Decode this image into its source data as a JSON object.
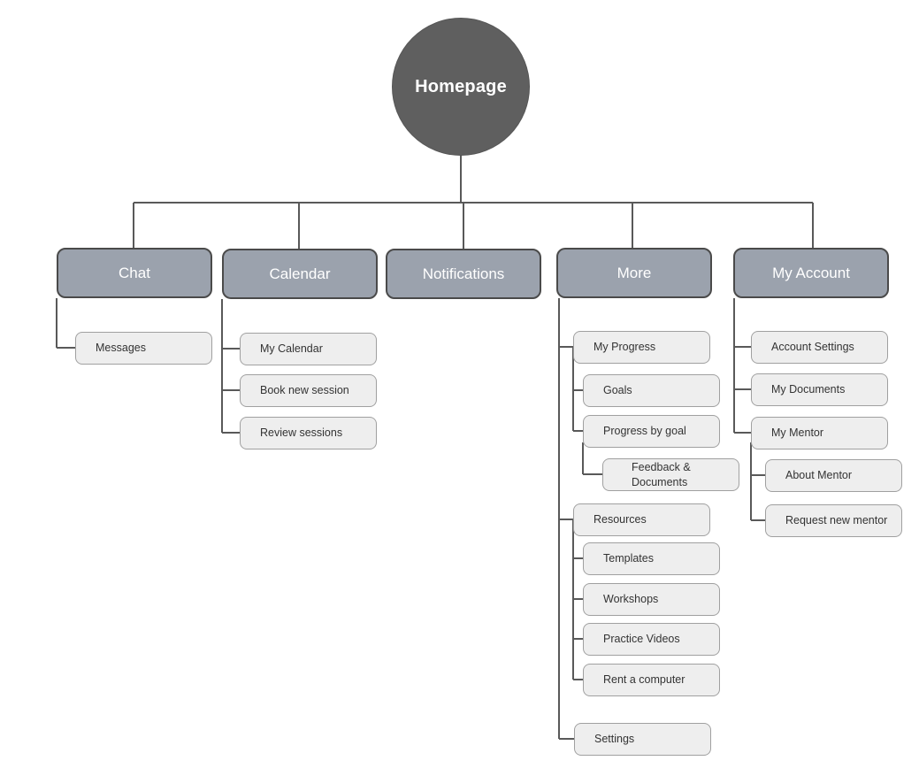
{
  "diagram": {
    "type": "sitemap-tree",
    "title_node": "Homepage",
    "colors": {
      "root_fill": "#5f5f5f",
      "primary_fill": "#9ba2ad",
      "primary_border": "#4a4a4a",
      "leaf_fill": "#eeeeee",
      "leaf_border": "#a0a0a0",
      "edge": "#595959",
      "root_text": "#ffffff",
      "primary_text": "#ffffff",
      "leaf_text": "#333333",
      "background": "#ffffff"
    },
    "root": {
      "label": "Homepage"
    },
    "branches": [
      {
        "label": "Chat",
        "children": [
          {
            "label": "Messages",
            "children": []
          }
        ]
      },
      {
        "label": "Calendar",
        "children": [
          {
            "label": "My Calendar",
            "children": []
          },
          {
            "label": "Book new session",
            "children": []
          },
          {
            "label": "Review sessions",
            "children": []
          }
        ]
      },
      {
        "label": "Notifications",
        "children": []
      },
      {
        "label": "More",
        "children": [
          {
            "label": "My Progress",
            "children": [
              {
                "label": "Goals",
                "children": []
              },
              {
                "label": "Progress by goal",
                "children": [
                  {
                    "label": "Feedback & Documents",
                    "children": []
                  }
                ]
              }
            ]
          },
          {
            "label": "Resources",
            "children": [
              {
                "label": "Templates",
                "children": []
              },
              {
                "label": "Workshops",
                "children": []
              },
              {
                "label": "Practice Videos",
                "children": []
              },
              {
                "label": "Rent a computer",
                "children": []
              }
            ]
          },
          {
            "label": "Settings",
            "children": []
          }
        ]
      },
      {
        "label": "My Account",
        "children": [
          {
            "label": "Account Settings",
            "children": []
          },
          {
            "label": "My Documents",
            "children": []
          },
          {
            "label": "My Mentor",
            "children": [
              {
                "label": "About Mentor",
                "children": []
              },
              {
                "label": "Request new mentor",
                "children": []
              }
            ]
          }
        ]
      }
    ],
    "nodes": {
      "homepage": "Homepage",
      "chat": "Chat",
      "calendar": "Calendar",
      "notifications": "Notifications",
      "more": "More",
      "my_account": "My Account",
      "messages": "Messages",
      "my_calendar": "My Calendar",
      "book_new_session": "Book new session",
      "review_sessions": "Review sessions",
      "my_progress": "My Progress",
      "goals": "Goals",
      "progress_by_goal": "Progress by goal",
      "feedback_documents_line1": "Feedback &",
      "feedback_documents_line2": "Documents",
      "resources": "Resources",
      "templates": "Templates",
      "workshops": "Workshops",
      "practice_videos": "Practice Videos",
      "rent_a_computer": "Rent a computer",
      "settings": "Settings",
      "account_settings": "Account Settings",
      "my_documents": "My Documents",
      "my_mentor": "My Mentor",
      "about_mentor": "About Mentor",
      "request_new_mentor": "Request new mentor"
    }
  }
}
